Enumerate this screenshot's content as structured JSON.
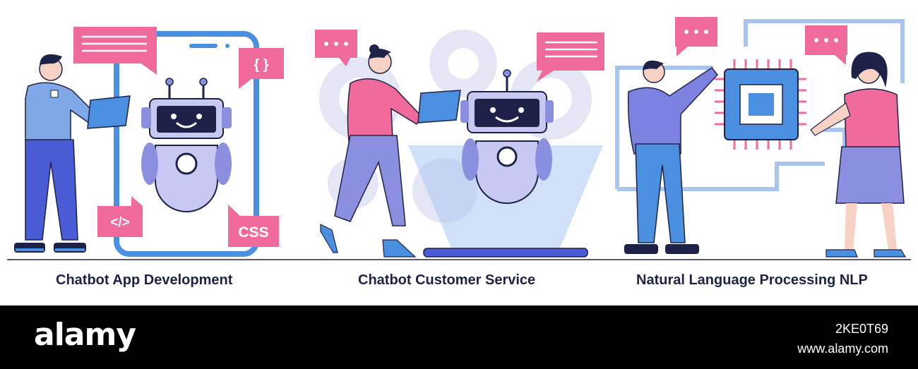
{
  "captions": {
    "first": "Chatbot App Development",
    "second": "Chatbot Customer Service",
    "third": "Natural Language Processing NLP"
  },
  "badges": {
    "curly_braces": "{ }",
    "code_tag": "</>",
    "css": "CSS"
  },
  "footer": {
    "brand": "alamy",
    "image_id": "2KE0T69",
    "site": "www.alamy.com"
  },
  "colors": {
    "pink": "#f06b9b",
    "blue": "#4a8fe0",
    "lavender": "#8b8fe0",
    "navy": "#1f2248",
    "light_blue": "#a9c6f3",
    "footer_bg": "#000000"
  }
}
